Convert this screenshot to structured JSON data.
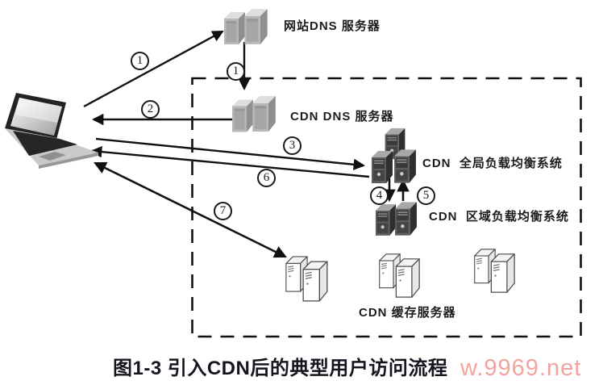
{
  "figure": {
    "caption": "图1-3 引入CDN后的典型用户访问流程",
    "watermark": "w.9969.net"
  },
  "nodes": {
    "user_laptop": {
      "icon": "laptop-icon",
      "label": ""
    },
    "website_dns": {
      "icon": "server-icon",
      "label": "网站DNS 服务器"
    },
    "cdn_dns": {
      "icon": "server-icon",
      "label": "CDN DNS 服务器"
    },
    "global_lb": {
      "icon": "server-cluster-icon",
      "label": "CDN  全局负载均衡系统"
    },
    "regional_lb": {
      "icon": "server-cluster-icon",
      "label": "CDN  区域负载均衡系统"
    },
    "cache": {
      "icon": "cache-server-icon",
      "label": "CDN 缓存服务器"
    }
  },
  "steps": [
    {
      "id": "user-to-website-dns",
      "num": "1"
    },
    {
      "id": "website-dns-to-cdn-dns",
      "num": "1"
    },
    {
      "id": "cdn-dns-to-user",
      "num": "2"
    },
    {
      "id": "user-to-global-lb",
      "num": "3"
    },
    {
      "id": "global-to-regional-lb",
      "num": "4"
    },
    {
      "id": "regional-to-global-lb",
      "num": "5"
    },
    {
      "id": "global-lb-to-user",
      "num": "6"
    },
    {
      "id": "user-cache-exchange",
      "num": "7"
    }
  ],
  "colors": {
    "line": "#111111",
    "caption": "#15151f",
    "watermark": "#f19a94",
    "dashed_boundary": "#111111"
  }
}
